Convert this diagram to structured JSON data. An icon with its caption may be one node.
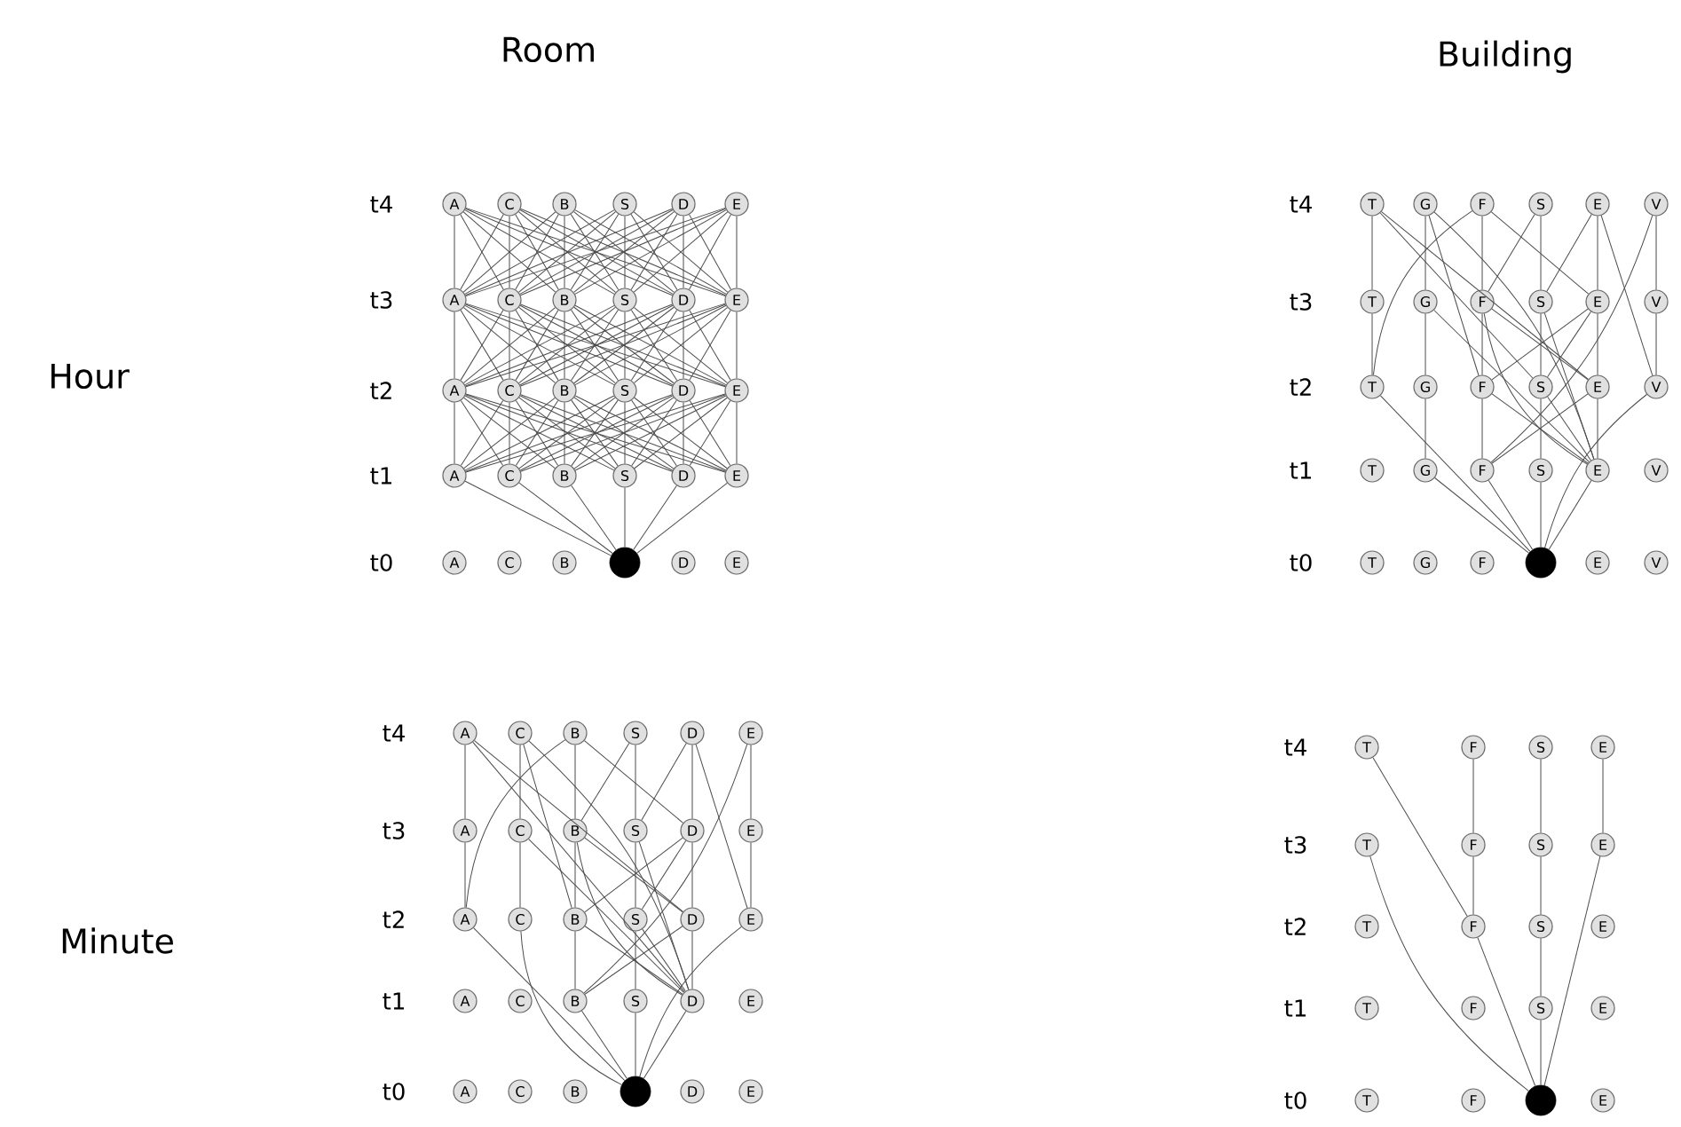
{
  "diagram": {
    "nodes": [
      {
        "text": [
          "A"
        ]
      },
      {
        "text": [
          "C"
        ]
      },
      {
        "text": [
          "B"
        ]
      },
      {
        "text": [
          "S"
        ]
      },
      {
        "text": [
          "D"
        ]
      },
      {
        "text": [
          "E"
        ]
      },
      {
        "text": [
          "A"
        ]
      },
      {
        "text": [
          "C"
        ]
      },
      {
        "text": [
          "B"
        ]
      },
      {
        "text": [
          "S"
        ]
      },
      {
        "text": [
          "D"
        ]
      },
      {
        "text": [
          "E"
        ]
      },
      {
        "text": [
          "A"
        ]
      },
      {
        "text": [
          "C"
        ]
      },
      {
        "text": [
          "B"
        ]
      },
      {
        "text": [
          "S"
        ]
      },
      {
        "text": [
          "D"
        ]
      },
      {
        "text": [
          "E"
        ]
      },
      {
        "text": [
          "A"
        ]
      },
      {
        "text": [
          "C"
        ]
      },
      {
        "text": [
          "B"
        ]
      },
      {
        "text": [
          "S"
        ]
      },
      {
        "text": [
          "D"
        ]
      },
      {
        "text": [
          "E"
        ]
      },
      {
        "text": [
          "A"
        ]
      },
      {
        "text": [
          "C"
        ]
      },
      {
        "text": [
          "B"
        ]
      },
      {
        "text": [],
        "shape": "circle"
      },
      {
        "text": [
          "D"
        ]
      },
      {
        "text": [
          "E"
        ]
      },
      {
        "text": [
          "T"
        ]
      },
      {
        "text": [
          "G"
        ]
      },
      {
        "text": [
          "F"
        ]
      },
      {
        "text": [
          "S"
        ]
      },
      {
        "text": [
          "E"
        ]
      },
      {
        "text": [
          "V"
        ]
      },
      {
        "text": [
          "T"
        ]
      },
      {
        "text": [
          "G"
        ]
      },
      {
        "text": [
          "F"
        ]
      },
      {
        "text": [
          "S"
        ]
      },
      {
        "text": [
          "E"
        ]
      },
      {
        "text": [
          "V"
        ]
      },
      {
        "text": [
          "T"
        ]
      },
      {
        "text": [
          "G"
        ]
      },
      {
        "text": [
          "F"
        ]
      },
      {
        "text": [
          "S"
        ]
      },
      {
        "text": [
          "E"
        ]
      },
      {
        "text": [
          "V"
        ]
      },
      {
        "text": [
          "T"
        ]
      },
      {
        "text": [
          "G"
        ]
      },
      {
        "text": [
          "F"
        ]
      },
      {
        "text": [
          "S"
        ]
      },
      {
        "text": [
          "E"
        ]
      },
      {
        "text": [
          "V"
        ]
      },
      {
        "text": [
          "T"
        ]
      },
      {
        "text": [
          "G"
        ]
      },
      {
        "text": [
          "F"
        ]
      },
      {
        "text": [],
        "shape": "circle"
      },
      {
        "text": [
          "E"
        ]
      },
      {
        "text": [
          "V"
        ]
      },
      {
        "text": [
          "A"
        ]
      },
      {
        "text": [
          "C"
        ]
      },
      {
        "text": [
          "B"
        ]
      },
      {
        "text": [
          "S"
        ]
      },
      {
        "text": [
          "D"
        ]
      },
      {
        "text": [
          "E"
        ]
      },
      {
        "text": [
          "A"
        ]
      },
      {
        "text": [
          "C"
        ]
      },
      {
        "text": [
          "B"
        ]
      },
      {
        "text": [
          "S"
        ]
      },
      {
        "text": [
          "D"
        ]
      },
      {
        "text": [
          "E"
        ]
      },
      {
        "text": [
          "A"
        ]
      },
      {
        "text": [
          "C"
        ]
      },
      {
        "text": [
          "B"
        ]
      },
      {
        "text": [
          "S"
        ]
      },
      {
        "text": [
          "D"
        ]
      },
      {
        "text": [
          "E"
        ]
      },
      {
        "text": [
          "A"
        ]
      },
      {
        "text": [
          "C"
        ]
      },
      {
        "text": [
          "B"
        ]
      },
      {
        "text": [
          "S"
        ]
      },
      {
        "text": [
          "D"
        ]
      },
      {
        "text": [
          "E"
        ]
      },
      {
        "text": [
          "A"
        ]
      },
      {
        "text": [
          "C"
        ]
      },
      {
        "text": [
          "B"
        ]
      },
      {
        "text": [],
        "shape": "circle"
      },
      {
        "text": [
          "D"
        ]
      },
      {
        "text": [
          "E"
        ]
      },
      {
        "text": [
          "T"
        ]
      },
      {
        "text": [
          "F"
        ]
      },
      {
        "text": [
          "S"
        ]
      },
      {
        "text": [
          "E"
        ]
      },
      {
        "text": [
          "T"
        ]
      },
      {
        "text": [
          "F"
        ]
      },
      {
        "text": [
          "S"
        ]
      },
      {
        "text": [
          "E"
        ]
      },
      {
        "text": [
          "T"
        ]
      },
      {
        "text": [
          "F"
        ]
      },
      {
        "text": [
          "S"
        ]
      },
      {
        "text": [
          "E"
        ]
      },
      {
        "text": [
          "T"
        ]
      },
      {
        "text": [
          "F"
        ]
      },
      {
        "text": [
          "S"
        ]
      },
      {
        "text": [
          "E"
        ]
      },
      {
        "text": [
          "T"
        ]
      },
      {
        "text": [
          "F"
        ]
      },
      {
        "text": [],
        "shape": "circle"
      },
      {
        "text": [
          "E"
        ]
      }
    ],
    "edges": [
      {
        "from": 0,
        "to": 6,
        "arrow": "none"
      },
      {
        "from": 0,
        "to": 7,
        "arrow": "none"
      },
      {
        "from": 0,
        "to": 8,
        "arrow": "none"
      },
      {
        "from": 0,
        "to": 9,
        "arrow": "none"
      },
      {
        "from": 0,
        "to": 10,
        "arrow": "none"
      },
      {
        "from": 0,
        "to": 11,
        "arrow": "none"
      },
      {
        "from": 1,
        "to": 6,
        "arrow": "none"
      },
      {
        "from": 1,
        "to": 7,
        "arrow": "none"
      },
      {
        "from": 1,
        "to": 8,
        "arrow": "none"
      },
      {
        "from": 1,
        "to": 9,
        "arrow": "none"
      },
      {
        "from": 1,
        "to": 10,
        "arrow": "none"
      },
      {
        "from": 1,
        "to": 11,
        "arrow": "none"
      },
      {
        "from": 2,
        "to": 6,
        "arrow": "none"
      },
      {
        "from": 2,
        "to": 7,
        "arrow": "none"
      },
      {
        "from": 2,
        "to": 8,
        "arrow": "none"
      },
      {
        "from": 2,
        "to": 9,
        "arrow": "none"
      },
      {
        "from": 2,
        "to": 10,
        "arrow": "none"
      },
      {
        "from": 2,
        "to": 11,
        "arrow": "none"
      },
      {
        "from": 3,
        "to": 6,
        "arrow": "none"
      },
      {
        "from": 3,
        "to": 7,
        "arrow": "none"
      },
      {
        "from": 3,
        "to": 8,
        "arrow": "none"
      },
      {
        "from": 3,
        "to": 9,
        "arrow": "none"
      },
      {
        "from": 3,
        "to": 10,
        "arrow": "none"
      },
      {
        "from": 3,
        "to": 11,
        "arrow": "none"
      },
      {
        "from": 4,
        "to": 6,
        "arrow": "none"
      },
      {
        "from": 4,
        "to": 7,
        "arrow": "none"
      },
      {
        "from": 4,
        "to": 8,
        "arrow": "none"
      },
      {
        "from": 4,
        "to": 9,
        "arrow": "none"
      },
      {
        "from": 4,
        "to": 10,
        "arrow": "none"
      },
      {
        "from": 4,
        "to": 11,
        "arrow": "none"
      },
      {
        "from": 5,
        "to": 6,
        "arrow": "none"
      },
      {
        "from": 5,
        "to": 7,
        "arrow": "none"
      },
      {
        "from": 5,
        "to": 8,
        "arrow": "none"
      },
      {
        "from": 5,
        "to": 9,
        "arrow": "none"
      },
      {
        "from": 5,
        "to": 10,
        "arrow": "none"
      },
      {
        "from": 5,
        "to": 11,
        "arrow": "none"
      },
      {
        "from": 6,
        "to": 12,
        "arrow": "none"
      },
      {
        "from": 6,
        "to": 13,
        "arrow": "none"
      },
      {
        "from": 6,
        "to": 14,
        "arrow": "none"
      },
      {
        "from": 6,
        "to": 15,
        "arrow": "none"
      },
      {
        "from": 6,
        "to": 16,
        "arrow": "none"
      },
      {
        "from": 6,
        "to": 17,
        "arrow": "none"
      },
      {
        "from": 7,
        "to": 12,
        "arrow": "none"
      },
      {
        "from": 7,
        "to": 13,
        "arrow": "none"
      },
      {
        "from": 7,
        "to": 14,
        "arrow": "none"
      },
      {
        "from": 7,
        "to": 15,
        "arrow": "none"
      },
      {
        "from": 7,
        "to": 16,
        "arrow": "none"
      },
      {
        "from": 7,
        "to": 17,
        "arrow": "none"
      },
      {
        "from": 8,
        "to": 12,
        "arrow": "none"
      },
      {
        "from": 8,
        "to": 13,
        "arrow": "none"
      },
      {
        "from": 8,
        "to": 14,
        "arrow": "none"
      },
      {
        "from": 8,
        "to": 15,
        "arrow": "none"
      },
      {
        "from": 8,
        "to": 16,
        "arrow": "none"
      },
      {
        "from": 8,
        "to": 17,
        "arrow": "none"
      },
      {
        "from": 9,
        "to": 12,
        "arrow": "none"
      },
      {
        "from": 9,
        "to": 13,
        "arrow": "none"
      },
      {
        "from": 9,
        "to": 14,
        "arrow": "none"
      },
      {
        "from": 9,
        "to": 15,
        "arrow": "none"
      },
      {
        "from": 9,
        "to": 16,
        "arrow": "none"
      },
      {
        "from": 9,
        "to": 17,
        "arrow": "none"
      },
      {
        "from": 10,
        "to": 12,
        "arrow": "none"
      },
      {
        "from": 10,
        "to": 13,
        "arrow": "none"
      },
      {
        "from": 10,
        "to": 14,
        "arrow": "none"
      },
      {
        "from": 10,
        "to": 15,
        "arrow": "none"
      },
      {
        "from": 10,
        "to": 16,
        "arrow": "none"
      },
      {
        "from": 10,
        "to": 17,
        "arrow": "none"
      },
      {
        "from": 11,
        "to": 12,
        "arrow": "none"
      },
      {
        "from": 11,
        "to": 13,
        "arrow": "none"
      },
      {
        "from": 11,
        "to": 14,
        "arrow": "none"
      },
      {
        "from": 11,
        "to": 15,
        "arrow": "none"
      },
      {
        "from": 11,
        "to": 16,
        "arrow": "none"
      },
      {
        "from": 11,
        "to": 17,
        "arrow": "none"
      },
      {
        "from": 12,
        "to": 18,
        "arrow": "none"
      },
      {
        "from": 12,
        "to": 19,
        "arrow": "none"
      },
      {
        "from": 12,
        "to": 20,
        "arrow": "none"
      },
      {
        "from": 12,
        "to": 21,
        "arrow": "none"
      },
      {
        "from": 12,
        "to": 22,
        "arrow": "none"
      },
      {
        "from": 12,
        "to": 23,
        "arrow": "none"
      },
      {
        "from": 13,
        "to": 18,
        "arrow": "none"
      },
      {
        "from": 13,
        "to": 19,
        "arrow": "none"
      },
      {
        "from": 13,
        "to": 20,
        "arrow": "none"
      },
      {
        "from": 13,
        "to": 21,
        "arrow": "none"
      },
      {
        "from": 13,
        "to": 22,
        "arrow": "none"
      },
      {
        "from": 13,
        "to": 23,
        "arrow": "none"
      },
      {
        "from": 14,
        "to": 18,
        "arrow": "none"
      },
      {
        "from": 14,
        "to": 19,
        "arrow": "none"
      },
      {
        "from": 14,
        "to": 20,
        "arrow": "none"
      },
      {
        "from": 14,
        "to": 21,
        "arrow": "none"
      },
      {
        "from": 14,
        "to": 22,
        "arrow": "none"
      },
      {
        "from": 14,
        "to": 23,
        "arrow": "none"
      },
      {
        "from": 15,
        "to": 18,
        "arrow": "none"
      },
      {
        "from": 15,
        "to": 19,
        "arrow": "none"
      },
      {
        "from": 15,
        "to": 20,
        "arrow": "none"
      },
      {
        "from": 15,
        "to": 21,
        "arrow": "none"
      },
      {
        "from": 15,
        "to": 22,
        "arrow": "none"
      },
      {
        "from": 15,
        "to": 23,
        "arrow": "none"
      },
      {
        "from": 16,
        "to": 18,
        "arrow": "none"
      },
      {
        "from": 16,
        "to": 19,
        "arrow": "none"
      },
      {
        "from": 16,
        "to": 20,
        "arrow": "none"
      },
      {
        "from": 16,
        "to": 21,
        "arrow": "none"
      },
      {
        "from": 16,
        "to": 22,
        "arrow": "none"
      },
      {
        "from": 16,
        "to": 23,
        "arrow": "none"
      },
      {
        "from": 17,
        "to": 18,
        "arrow": "none"
      },
      {
        "from": 17,
        "to": 19,
        "arrow": "none"
      },
      {
        "from": 17,
        "to": 20,
        "arrow": "none"
      },
      {
        "from": 17,
        "to": 21,
        "arrow": "none"
      },
      {
        "from": 17,
        "to": 22,
        "arrow": "none"
      },
      {
        "from": 17,
        "to": 23,
        "arrow": "none"
      },
      {
        "from": 18,
        "to": 27,
        "arrow": "none"
      },
      {
        "from": 19,
        "to": 27,
        "arrow": "none"
      },
      {
        "from": 20,
        "to": 27,
        "arrow": "none"
      },
      {
        "from": 21,
        "to": 27,
        "arrow": "none"
      },
      {
        "from": 22,
        "to": 27,
        "arrow": "none"
      },
      {
        "from": 23,
        "to": 27,
        "arrow": "none"
      },
      {
        "from": 30,
        "to": 36,
        "arrow": "none"
      },
      {
        "from": 36,
        "to": 42,
        "arrow": "none"
      },
      {
        "from": 30,
        "to": 46,
        "arrow": "none"
      },
      {
        "from": 30,
        "to": 45,
        "arrow": "none"
      },
      {
        "from": 31,
        "to": 37,
        "arrow": "none"
      },
      {
        "from": 31,
        "to": 44,
        "arrow": "none"
      },
      {
        "from": 31,
        "to": 52,
        "arrow": "none"
      },
      {
        "from": 32,
        "to": 42,
        "arrow": "none"
      },
      {
        "from": 32,
        "to": 38,
        "arrow": "none"
      },
      {
        "from": 32,
        "to": 40,
        "arrow": "none"
      },
      {
        "from": 33,
        "to": 39,
        "arrow": "none"
      },
      {
        "from": 33,
        "to": 38,
        "arrow": "none"
      },
      {
        "from": 34,
        "to": 39,
        "arrow": "none"
      },
      {
        "from": 34,
        "to": 40,
        "arrow": "none"
      },
      {
        "from": 34,
        "to": 47,
        "arrow": "none"
      },
      {
        "from": 35,
        "to": 41,
        "arrow": "none"
      },
      {
        "from": 35,
        "to": 50,
        "arrow": "none"
      },
      {
        "from": 37,
        "to": 43,
        "arrow": "none"
      },
      {
        "from": 37,
        "to": 52,
        "arrow": "none"
      },
      {
        "from": 38,
        "to": 44,
        "arrow": "none"
      },
      {
        "from": 38,
        "to": 46,
        "arrow": "none"
      },
      {
        "from": 38,
        "to": 52,
        "arrow": "none"
      },
      {
        "from": 39,
        "to": 45,
        "arrow": "none"
      },
      {
        "from": 39,
        "to": 52,
        "arrow": "none"
      },
      {
        "from": 40,
        "to": 44,
        "arrow": "none"
      },
      {
        "from": 40,
        "to": 45,
        "arrow": "none"
      },
      {
        "from": 40,
        "to": 46,
        "arrow": "none"
      },
      {
        "from": 41,
        "to": 47,
        "arrow": "none"
      },
      {
        "from": 42,
        "to": 57,
        "arrow": "none"
      },
      {
        "from": 43,
        "to": 49,
        "arrow": "none"
      },
      {
        "from": 44,
        "to": 50,
        "arrow": "none"
      },
      {
        "from": 44,
        "to": 52,
        "arrow": "none"
      },
      {
        "from": 45,
        "to": 51,
        "arrow": "none"
      },
      {
        "from": 45,
        "to": 52,
        "arrow": "none"
      },
      {
        "from": 46,
        "to": 52,
        "arrow": "none"
      },
      {
        "from": 46,
        "to": 50,
        "arrow": "none"
      },
      {
        "from": 47,
        "to": 57,
        "arrow": "none"
      },
      {
        "from": 49,
        "to": 57,
        "arrow": "none"
      },
      {
        "from": 50,
        "to": 57,
        "arrow": "none"
      },
      {
        "from": 51,
        "to": 57,
        "arrow": "none"
      },
      {
        "from": 52,
        "to": 57,
        "arrow": "none"
      },
      {
        "from": 60,
        "to": 66,
        "arrow": "none"
      },
      {
        "from": 66,
        "to": 72,
        "arrow": "none"
      },
      {
        "from": 60,
        "to": 76,
        "arrow": "none"
      },
      {
        "from": 60,
        "to": 82,
        "arrow": "none"
      },
      {
        "from": 61,
        "to": 67,
        "arrow": "none"
      },
      {
        "from": 61,
        "to": 74,
        "arrow": "none"
      },
      {
        "from": 61,
        "to": 82,
        "arrow": "none"
      },
      {
        "from": 62,
        "to": 72,
        "arrow": "none"
      },
      {
        "from": 62,
        "to": 68,
        "arrow": "none"
      },
      {
        "from": 62,
        "to": 70,
        "arrow": "none"
      },
      {
        "from": 63,
        "to": 69,
        "arrow": "none"
      },
      {
        "from": 63,
        "to": 68,
        "arrow": "none"
      },
      {
        "from": 64,
        "to": 69,
        "arrow": "none"
      },
      {
        "from": 64,
        "to": 70,
        "arrow": "none"
      },
      {
        "from": 64,
        "to": 77,
        "arrow": "none"
      },
      {
        "from": 65,
        "to": 71,
        "arrow": "none"
      },
      {
        "from": 65,
        "to": 80,
        "arrow": "none"
      },
      {
        "from": 67,
        "to": 73,
        "arrow": "none"
      },
      {
        "from": 67,
        "to": 82,
        "arrow": "none"
      },
      {
        "from": 68,
        "to": 74,
        "arrow": "none"
      },
      {
        "from": 68,
        "to": 76,
        "arrow": "none"
      },
      {
        "from": 68,
        "to": 82,
        "arrow": "none"
      },
      {
        "from": 69,
        "to": 75,
        "arrow": "none"
      },
      {
        "from": 69,
        "to": 82,
        "arrow": "none"
      },
      {
        "from": 70,
        "to": 74,
        "arrow": "none"
      },
      {
        "from": 70,
        "to": 75,
        "arrow": "none"
      },
      {
        "from": 70,
        "to": 76,
        "arrow": "none"
      },
      {
        "from": 71,
        "to": 77,
        "arrow": "none"
      },
      {
        "from": 72,
        "to": 87,
        "arrow": "none"
      },
      {
        "from": 73,
        "to": 87,
        "arrow": "none"
      },
      {
        "from": 74,
        "to": 80,
        "arrow": "none"
      },
      {
        "from": 74,
        "to": 82,
        "arrow": "none"
      },
      {
        "from": 75,
        "to": 81,
        "arrow": "none"
      },
      {
        "from": 75,
        "to": 82,
        "arrow": "none"
      },
      {
        "from": 76,
        "to": 82,
        "arrow": "none"
      },
      {
        "from": 76,
        "to": 80,
        "arrow": "none"
      },
      {
        "from": 77,
        "to": 87,
        "arrow": "none"
      },
      {
        "from": 80,
        "to": 87,
        "arrow": "none"
      },
      {
        "from": 81,
        "to": 87,
        "arrow": "none"
      },
      {
        "from": 82,
        "to": 87,
        "arrow": "none"
      },
      {
        "from": 90,
        "to": 99,
        "arrow": "none"
      },
      {
        "from": 94,
        "to": 108,
        "arrow": "none"
      },
      {
        "from": 91,
        "to": 95,
        "arrow": "none"
      },
      {
        "from": 95,
        "to": 99,
        "arrow": "none"
      },
      {
        "from": 99,
        "to": 108,
        "arrow": "none"
      },
      {
        "from": 92,
        "to": 96,
        "arrow": "none"
      },
      {
        "from": 96,
        "to": 100,
        "arrow": "none"
      },
      {
        "from": 100,
        "to": 104,
        "arrow": "none"
      },
      {
        "from": 104,
        "to": 108,
        "arrow": "none"
      },
      {
        "from": 93,
        "to": 97,
        "arrow": "none"
      },
      {
        "from": 97,
        "to": 108,
        "arrow": "none"
      }
    ],
    "labels": [
      "Room",
      "Building",
      "Hour",
      "t4",
      "t3",
      "t2",
      "t1",
      "t0",
      "t4",
      "t3",
      "t2",
      "t1",
      "t0",
      "Minute",
      "t4",
      "t3",
      "t2",
      "t1",
      "t0",
      "t4",
      "t3",
      "t2",
      "t1",
      "t0"
    ]
  }
}
